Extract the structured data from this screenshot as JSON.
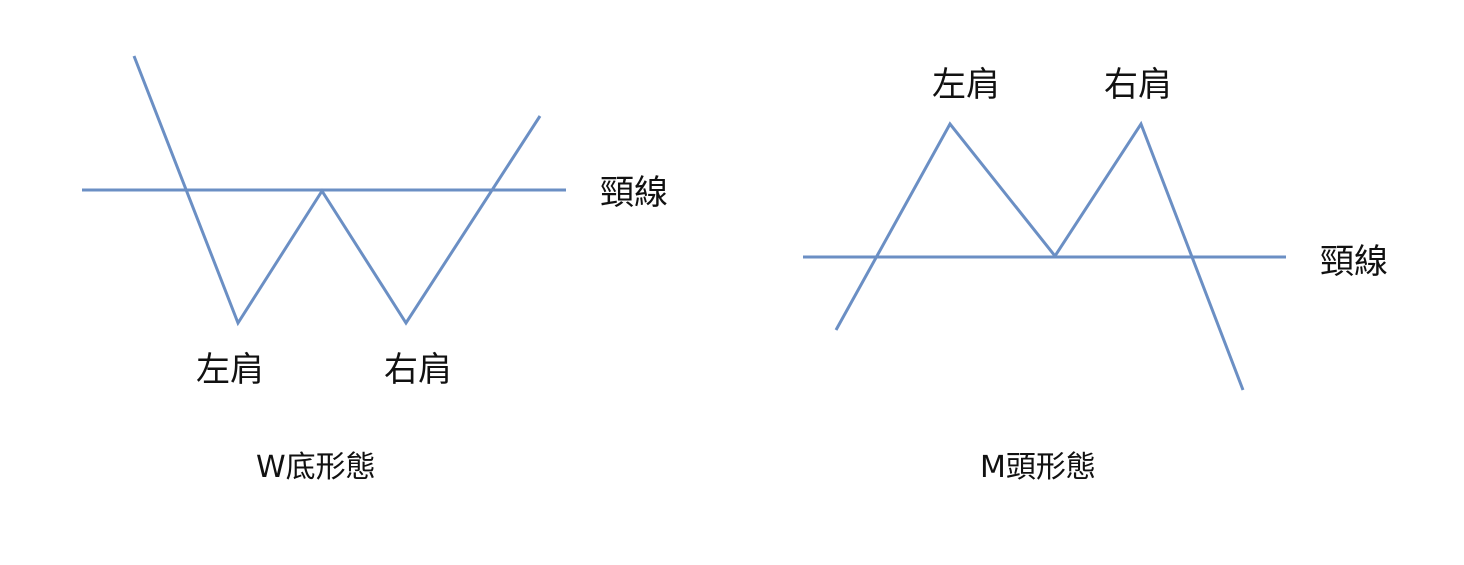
{
  "line_color": "#6b8fc4",
  "w_bottom": {
    "caption": "W底形態",
    "neckline_label": "頸線",
    "left_shoulder_label": "左肩",
    "right_shoulder_label": "右肩"
  },
  "m_top": {
    "caption": "M頭形態",
    "neckline_label": "頸線",
    "left_shoulder_label": "左肩",
    "right_shoulder_label": "右肩"
  }
}
